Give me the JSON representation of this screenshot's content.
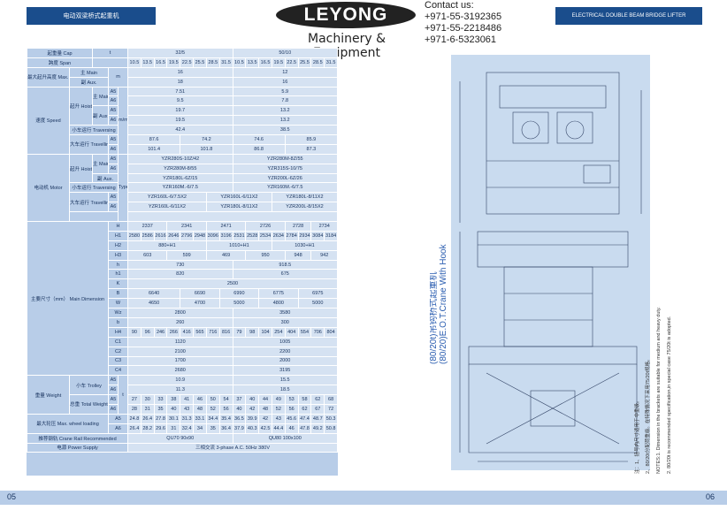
{
  "header": {
    "left_title": "电动双梁桥式起重机",
    "right_title": "ELECTRICAL DOUBLE BEAM BRIDGE LIFTER"
  },
  "logo": {
    "brand": "LEYONG",
    "subtitle": "Machinery & Equipment"
  },
  "contact": {
    "label": "Contact us:",
    "phones": [
      "+971-55-3192365",
      "+971-55-2218486",
      "+971-6-5323061"
    ]
  },
  "spec_table": {
    "capacity": {
      "label": "起重量 Cap",
      "unit": "t",
      "v1": "32/5",
      "v2": "50/10"
    },
    "span": {
      "label": "跨度 Span",
      "values": [
        "10.5",
        "13.5",
        "16.5",
        "19.5",
        "22.5",
        "25.5",
        "28.5",
        "31.5",
        "10.5",
        "13.5",
        "16.5",
        "19.5",
        "22.5",
        "25.5",
        "28.5",
        "31.5"
      ]
    },
    "lift_height": {
      "label": "最大起升高度 Max. Lifting Height",
      "unit": "m",
      "main_label": "主 Main",
      "aux_label": "副 Aux.",
      "main": [
        "16",
        "12"
      ],
      "aux": [
        "18",
        "16"
      ]
    },
    "speed": {
      "label": "速度 Speed",
      "hoisting": "起升 Hoisting",
      "main": "主 Main",
      "aux": "副 Aux.",
      "unit": "m/min",
      "rows": [
        {
          "cls": "A5",
          "a": "7.51",
          "b": "5.9"
        },
        {
          "cls": "A6",
          "a": "9.5",
          "b": "7.8"
        },
        {
          "cls": "A5",
          "a": "19.7",
          "b": "13.2"
        },
        {
          "cls": "A6",
          "a": "19.5",
          "b": "13.2"
        }
      ],
      "trolley": "小车运行 Traversing",
      "trolley_v": [
        "42.4",
        "38.5"
      ],
      "travel": "大车运行 Travelling",
      "travel_rows": [
        {
          "cls": "A5",
          "v": [
            "87.6",
            "74.2",
            "74.6",
            "85.9"
          ]
        },
        {
          "cls": "A6",
          "v": [
            "101.4",
            "101.8",
            "86.8",
            "87.3"
          ]
        }
      ]
    },
    "motor": {
      "label": "电动机 Motor",
      "hoisting": "起升 Hoisting",
      "main": "主 Main",
      "aux": "副 Aux.",
      "type_label": "Type",
      "kw_label": "/kw",
      "rows": [
        {
          "cls": "A5",
          "a": "YZR280S-10Z/42",
          "b": "YZR280M-8Z/55"
        },
        {
          "cls": "A6",
          "a": "YZR280M-8/55",
          "b": "YZR315S-10/75"
        },
        {
          "cls": "",
          "a": "YZR180L-6Z/15",
          "b": "YZR200L-6Z/26"
        }
      ],
      "trolley": "小车运行 Traversing",
      "trolley_v": [
        "YZR160M.-6/7.5",
        "YZR160M.-6/7.5"
      ],
      "travel": "大车运行 Travelling",
      "travel_rows": [
        {
          "cls": "A5",
          "v": [
            "YZR160L-6/7.5X2",
            "YZR160L-6/11X2",
            "YZR180L-8/11X2"
          ]
        },
        {
          "cls": "A6",
          "v": [
            "YZR160L-6/11X2",
            "YZR180L-8/11X2",
            "YZR200L-8/15X2"
          ]
        }
      ]
    },
    "dimension": {
      "label": "主要尺寸（mm） Main Dimension",
      "rows": [
        {
          "k": "H",
          "v": [
            "2337",
            "2341",
            "2471",
            "2726",
            "2728",
            "2734"
          ]
        },
        {
          "k": "H1",
          "v": [
            "2580",
            "2586",
            "2616",
            "2646",
            "2796",
            "2948",
            "3096",
            "3196",
            "2531",
            "2528",
            "2534",
            "2634",
            "2784",
            "2934",
            "3084",
            "3184"
          ]
        },
        {
          "k": "H2",
          "v": [
            "880+H1",
            "1010+H1",
            "1030+H1"
          ]
        },
        {
          "k": "H3",
          "v": [
            "603",
            "599",
            "469",
            "950",
            "948",
            "942"
          ]
        },
        {
          "k": "h",
          "v": [
            "730",
            "918.5"
          ]
        },
        {
          "k": "h1",
          "v": [
            "820",
            "675"
          ]
        },
        {
          "k": "K",
          "v": [
            "2500"
          ]
        },
        {
          "k": "B",
          "v": [
            "6640",
            "6690",
            "6990",
            "6775",
            "6975"
          ]
        },
        {
          "k": "W",
          "v": [
            "4650",
            "4700",
            "5000",
            "4800",
            "5000"
          ]
        },
        {
          "k": "Wz",
          "v": [
            "2800",
            "3580"
          ]
        },
        {
          "k": "b",
          "v": [
            "260",
            "300"
          ]
        },
        {
          "k": "H4",
          "v": [
            "90",
            "96",
            "246",
            "266",
            "416",
            "565",
            "716",
            "816",
            "79",
            "98",
            "104",
            "254",
            "404",
            "554",
            "706",
            "804"
          ]
        },
        {
          "k": "C1",
          "v": [
            "1120",
            "1005"
          ]
        },
        {
          "k": "C2",
          "v": [
            "2100",
            "2200"
          ]
        },
        {
          "k": "C3",
          "v": [
            "1700",
            "2000"
          ]
        },
        {
          "k": "C4",
          "v": [
            "2680",
            "3195"
          ]
        }
      ]
    },
    "weight": {
      "label": "重量 Weight",
      "trolley": "小车 Trolley",
      "total": "总重 Total Weight",
      "unit": "t",
      "trolley_rows": [
        {
          "cls": "A5",
          "v": [
            "10.9",
            "15.5"
          ]
        },
        {
          "cls": "A6",
          "v": [
            "11.3",
            "18.5"
          ]
        }
      ],
      "total_rows": [
        {
          "cls": "A5",
          "v": [
            "27",
            "30",
            "33",
            "38",
            "41",
            "46",
            "50",
            "54",
            "37",
            "40",
            "44",
            "49",
            "53",
            "58",
            "62",
            "68"
          ]
        },
        {
          "cls": "A6",
          "v": [
            "28",
            "31",
            "35",
            "40",
            "43",
            "48",
            "52",
            "56",
            "40",
            "42",
            "48",
            "52",
            "56",
            "62",
            "67",
            "72"
          ]
        }
      ]
    },
    "wheel": {
      "label": "最大轮压 Max. wheel loading",
      "rows": [
        {
          "cls": "A5",
          "v": [
            "24.8",
            "26.4",
            "27.8",
            "30.1",
            "31.3",
            "33.1",
            "34.4",
            "35.4",
            "36.5",
            "39.9",
            "42",
            "43",
            "45.6",
            "47.4",
            "48.7",
            "50.3"
          ]
        },
        {
          "cls": "A6",
          "v": [
            "26.4",
            "28.2",
            "29.6",
            "31",
            "32.4",
            "34",
            "35",
            "36.4",
            "37.9",
            "40.3",
            "42.5",
            "44.4",
            "46",
            "47.8",
            "49.2",
            "50.8"
          ]
        }
      ]
    },
    "rail": {
      "label": "推荐钢轨 Crane Rail Recommended",
      "v1": "QU70    90x90",
      "v2": "QU80    100x100"
    },
    "power": {
      "label": "电源 Power Supply",
      "v": "三相交流    3-phase A.C.    50Hz  380V"
    }
  },
  "drawing": {
    "title_cn": "(80/20t)吊钩桥式起重机",
    "title_en": "(80/20)E.O.T.Crane With Hook",
    "notes": [
      "注：1、括号内尺寸适用于中重级。",
      "2、80/20t分配荷重级。在特殊情况下采用75/20t规格。",
      "NOTES:1.  Dimension in the brackets are suitable for medium and heavy duty.",
      "2.  80/20t is recommended specification,in special case 75/20t is adopted."
    ]
  },
  "footer": {
    "page_left": "05",
    "page_right": "06"
  }
}
